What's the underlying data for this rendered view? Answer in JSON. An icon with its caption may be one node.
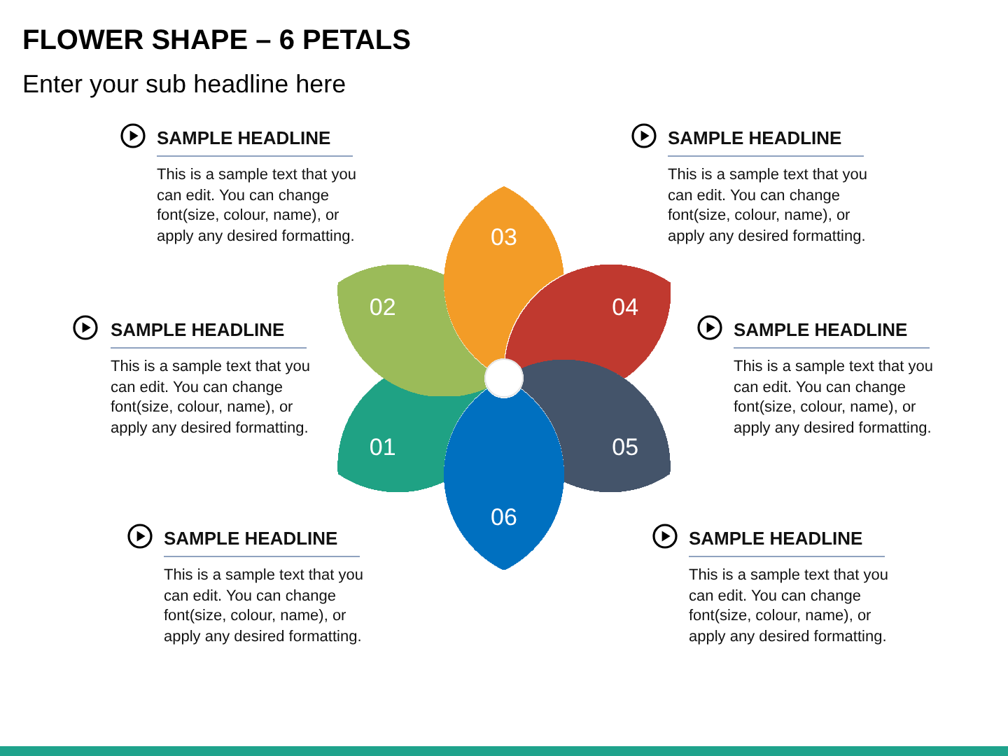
{
  "diagram": {
    "title": "FLOWER SHAPE – 6 PETALS",
    "nodes": [
      {
        "text": [
          "01"
        ]
      },
      {
        "text": [
          "02"
        ]
      },
      {
        "text": [
          "03"
        ]
      },
      {
        "text": [
          "04"
        ]
      },
      {
        "text": [
          "05"
        ]
      },
      {
        "text": [
          "06"
        ]
      }
    ],
    "labels": [
      "Enter your sub headline here",
      "SAMPLE HEADLINE",
      "This is a sample text that you can edit. You can change font(size, colour, name), or apply any desired formatting.",
      "SAMPLE HEADLINE",
      "This is a sample text that you can edit. You can change font(size, colour, name), or apply any desired formatting.",
      "SAMPLE HEADLINE",
      "This is a sample text that you can edit. You can change font(size, colour, name), or apply any desired formatting.",
      "SAMPLE HEADLINE",
      "This is a sample text that you can edit. You can change font(size, colour, name), or apply any desired formatting.",
      "SAMPLE HEADLINE",
      "This is a sample text that you can edit. You can change font(size, colour, name), or apply any desired formatting.",
      "SAMPLE HEADLINE",
      "This is a sample text that you can edit. You can change font(size, colour, name), or apply any desired formatting."
    ]
  }
}
